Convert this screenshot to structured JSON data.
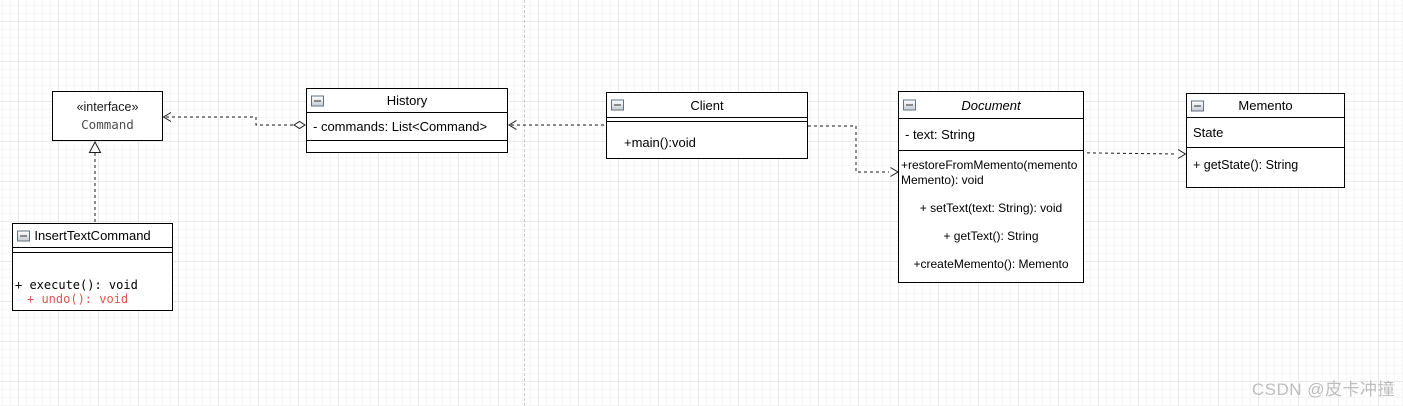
{
  "watermark": "CSDN @皮卡冲撞",
  "colors": {
    "box_border": "#000000",
    "box_fill": "#ffffff",
    "undo_method_text": "#e0564e",
    "interface_name_text": "#4d4d4d",
    "grid_major": "#e9e9e9",
    "grid_minor": "#f6f6f6",
    "page_divider": "#c9c9c9",
    "watermark_text": "#bdbdbd"
  },
  "classes": {
    "command": {
      "stereotype": "«interface»",
      "name": "Command"
    },
    "insert_text_command": {
      "name": "InsertTextCommand",
      "methods": [
        "+ execute(): void",
        "+ undo(): void"
      ]
    },
    "history": {
      "name": "History",
      "attributes": [
        "- commands: List<Command>"
      ]
    },
    "client": {
      "name": "Client",
      "methods": [
        "+main():void"
      ]
    },
    "document": {
      "name": "Document",
      "attributes": [
        "- text: String"
      ],
      "methods": [
        "+restoreFromMemento(memento Memento): void",
        "+ setText(text: String): void",
        "+ getText(): String",
        "+createMemento(): Memento"
      ]
    },
    "memento": {
      "name": "Memento",
      "attributes": [
        "State"
      ],
      "methods": [
        "+ getState(): String"
      ]
    }
  },
  "relationships": [
    {
      "from": "InsertTextCommand",
      "to": "Command",
      "type": "realization (dashed, hollow triangle)"
    },
    {
      "from": "History",
      "to": "Command",
      "type": "dashed dependency with open arrow at Command and hollow diamond at History"
    },
    {
      "from": "Client",
      "to": "History",
      "type": "dashed dependency, open arrow at History"
    },
    {
      "from": "Client",
      "to": "Document",
      "type": "dashed dependency, open arrow at Document"
    },
    {
      "from": "Document",
      "to": "Memento",
      "type": "dashed dependency, open arrow at Memento"
    }
  ]
}
